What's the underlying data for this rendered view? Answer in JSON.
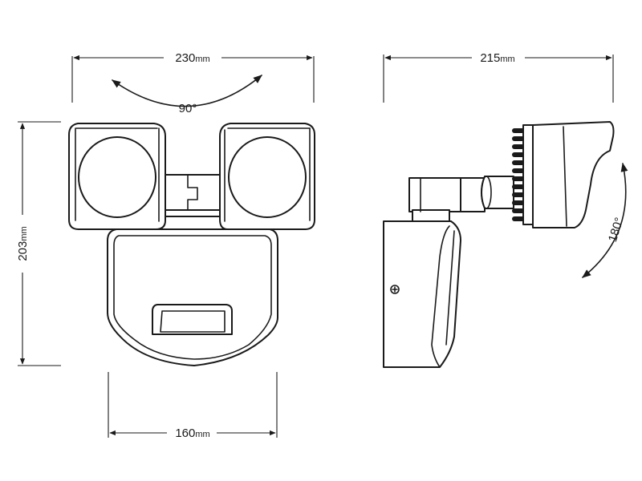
{
  "dimensions": {
    "width_front": {
      "value": "230",
      "unit": "mm"
    },
    "depth_side": {
      "value": "215",
      "unit": "mm"
    },
    "height": {
      "value": "203",
      "unit": "mm"
    },
    "base_width": {
      "value": "160",
      "unit": "mm"
    }
  },
  "angles": {
    "horizontal_rotation": "90°",
    "vertical_tilt": "180°"
  },
  "colors": {
    "line": "#1a1a1a",
    "background": "#ffffff"
  }
}
